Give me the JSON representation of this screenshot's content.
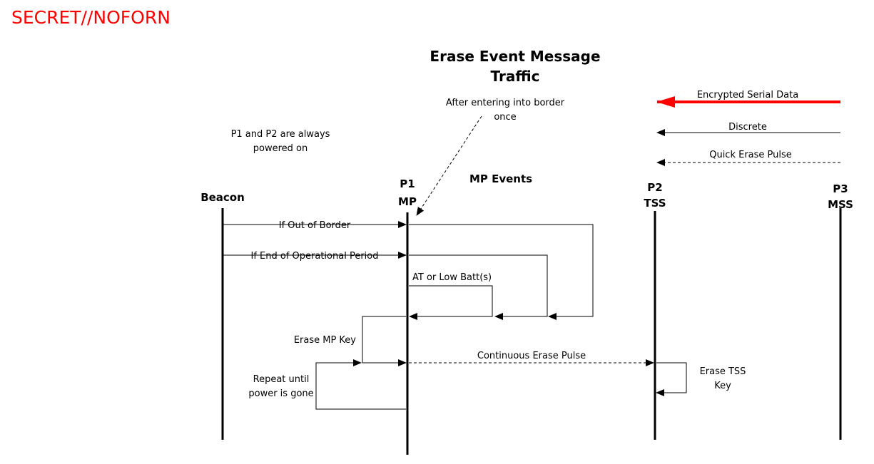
{
  "classification": "SECRET//NOFORN",
  "title": [
    "Erase Event Message",
    "Traffic"
  ],
  "notes": {
    "border_note": [
      "After entering into border",
      "once"
    ],
    "powered_note": [
      "P1 and P2 are always",
      "powered on"
    ],
    "mp_events": "MP Events"
  },
  "legend": {
    "encrypted": "Encrypted Serial Data",
    "discrete": "Discrete",
    "quick_erase": "Quick Erase Pulse"
  },
  "lifelines": {
    "beacon": "Beacon",
    "p1": [
      "P1",
      "MP"
    ],
    "p2": [
      "P2",
      "TSS"
    ],
    "p3": [
      "P3",
      "MSS"
    ]
  },
  "messages": {
    "out_of_border": "If Out of Border",
    "end_of_period": "If End of Operational Period",
    "low_batt": "AT or Low Batt(s)",
    "erase_mp_key": "Erase MP Key",
    "continuous_erase": "Continuous Erase Pulse",
    "repeat": [
      "Repeat until",
      "power is gone"
    ],
    "erase_tss_key": [
      "Erase TSS",
      "Key"
    ]
  },
  "colors": {
    "classification": "#ff0000",
    "encrypted_arrow": "#ff0000",
    "lines": "#000000"
  }
}
